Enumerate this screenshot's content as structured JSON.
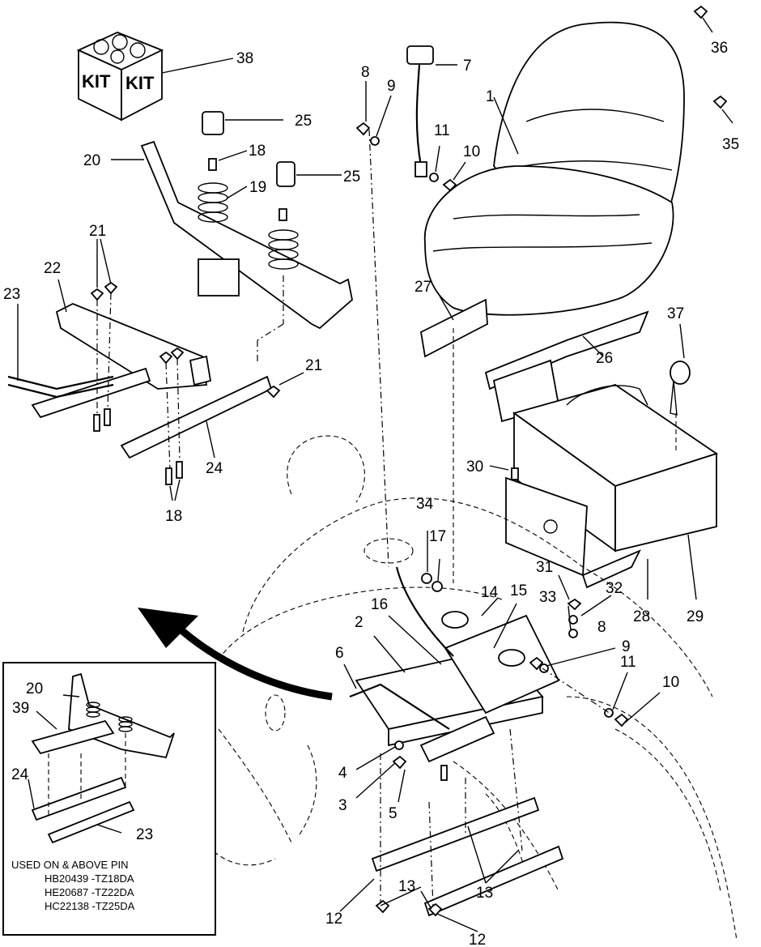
{
  "callouts": {
    "c1": "1",
    "c2": "2",
    "c3": "3",
    "c4": "4",
    "c5": "5",
    "c6": "6",
    "c7": "7",
    "c8a": "8",
    "c8b": "8",
    "c9a": "9",
    "c9b": "9",
    "c10a": "10",
    "c10b": "10",
    "c11a": "11",
    "c11b": "11",
    "c12a": "12",
    "c12b": "12",
    "c13a": "13",
    "c13b": "13",
    "c14": "14",
    "c15": "15",
    "c16": "16",
    "c17": "17",
    "c18a": "18",
    "c18b": "18",
    "c19": "19",
    "c20": "20",
    "c21a": "21",
    "c21b": "21",
    "c22": "22",
    "c23": "23",
    "c24": "24",
    "c25a": "25",
    "c25b": "25",
    "c26": "26",
    "c27": "27",
    "c28": "28",
    "c29": "29",
    "c30": "30",
    "c31": "31",
    "c32": "32",
    "c33": "33",
    "c34": "34",
    "c35": "35",
    "c36": "36",
    "c37": "37",
    "c38": "38"
  },
  "kit": {
    "left": "KIT",
    "right": "KIT"
  },
  "inset": {
    "c20": "20",
    "c39": "39",
    "c24": "24",
    "c23": "23",
    "note_line1": "USED ON & ABOVE PIN",
    "note_line2": "HB20439 -TZ18DA",
    "note_line3": "HE20687 -TZ22DA",
    "note_line4": "HC22138 -TZ25DA"
  }
}
